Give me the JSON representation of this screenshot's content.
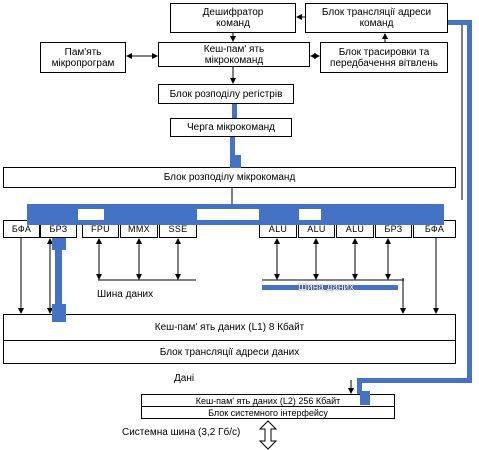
{
  "blocks": {
    "decoder": [
      "Дешифратор",
      "команд"
    ],
    "translation": [
      "Блок трансляції адреси",
      "команд"
    ],
    "microprogram_memory": [
      "Пам'ять",
      "мікропрограм"
    ],
    "microcode_cache": [
      "Кеш-пам' ять",
      "мікрокоманд"
    ],
    "trace_block": [
      "Блок трасировки та",
      "передбачення вітвлень"
    ],
    "register_distribution": "Блок розподілу регістрів",
    "microcode_queue": "Черга мікрокоманд",
    "microcode_distribution": "Блок розподілу мікрокоманд",
    "l1_cache": "Кеш-пам' ять даних (L1) 8 Кбайт",
    "data_address_translation": "Блок трансляції адреси даних",
    "l2_cache": "Кеш-пам' ять даних (L2) 256 Кбайт",
    "system_interface": "Блок системного інтерфейсу"
  },
  "units": [
    "БФА",
    "БРЗ",
    "FPU",
    "MMX",
    "SSE",
    "ALU",
    "ALU",
    "ALU",
    "БРЗ",
    "БФА"
  ],
  "labels": {
    "data_bus_left": "Шина даних",
    "data_bus_right": "Шина даних",
    "data": "Дані",
    "system_bus": "Системна шина (3,2 Гб/с)"
  },
  "colors": {
    "accent": "#4472c4",
    "line": "#000000"
  }
}
